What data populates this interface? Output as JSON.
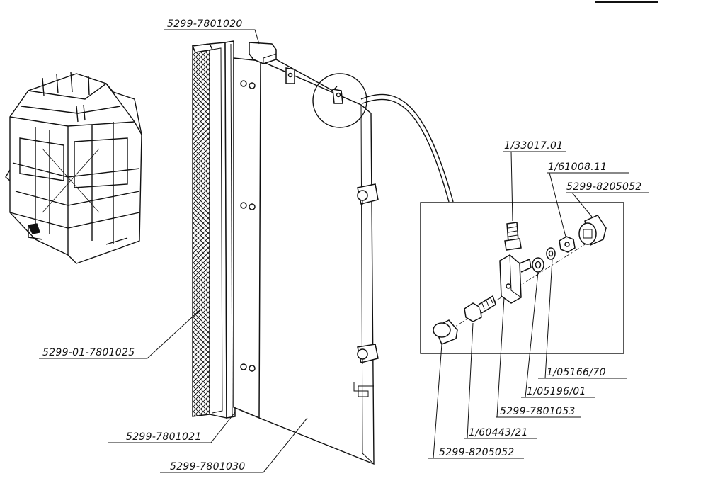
{
  "callouts": {
    "top_bracket": "5299-7801020",
    "seal_strip": "5299-01-7801025",
    "seal_profile": "5299-7801021",
    "panel": "5299-7801030",
    "bolt": "1/33017.01",
    "nut": "1/61008.11",
    "spacer_top": "5299-8205052",
    "washer_a": "1/05166/70",
    "washer_b": "1/05196/01",
    "bracket": "5299-7801053",
    "stud": "1/60443/21",
    "spacer_bottom": "5299-8205052"
  },
  "colors": {
    "ink": "#111111",
    "paper": "#ffffff"
  }
}
